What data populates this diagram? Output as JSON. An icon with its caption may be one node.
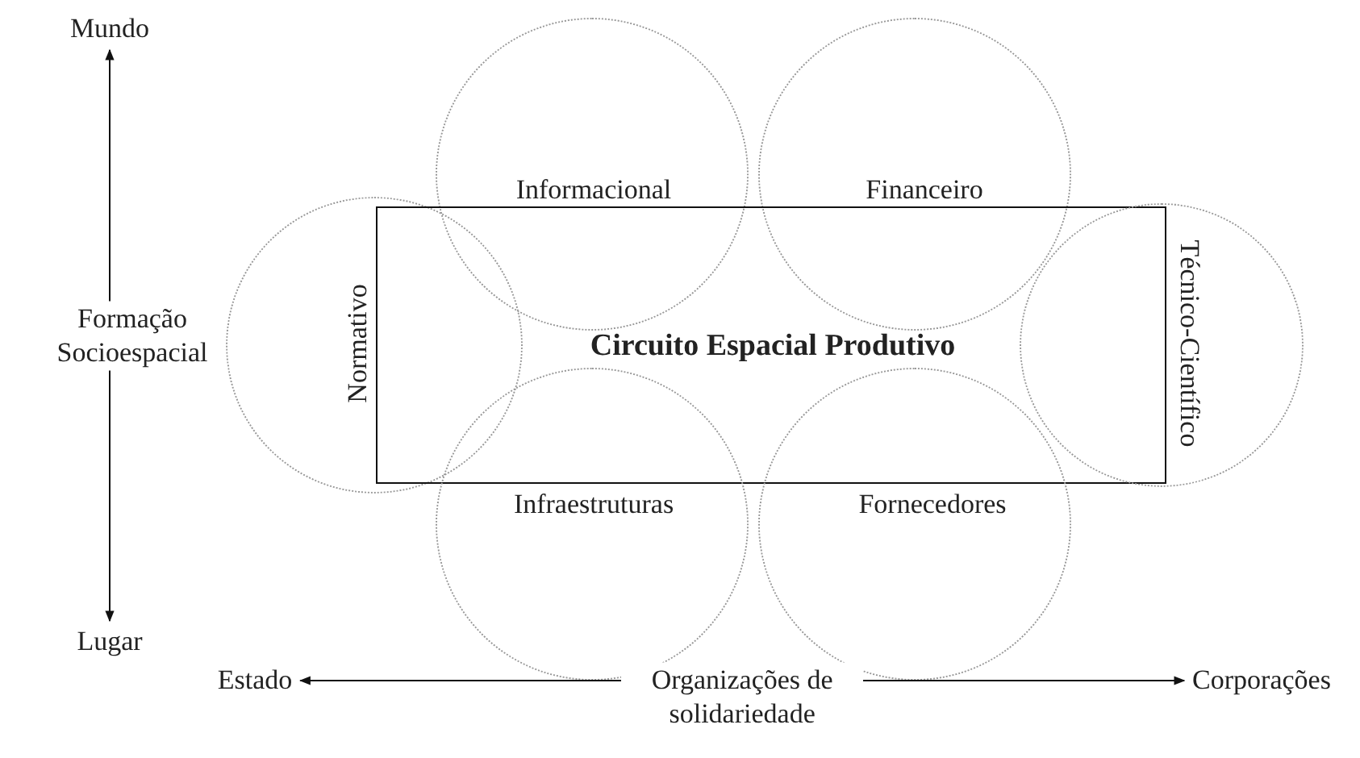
{
  "diagram": {
    "nodes": [
      {
        "text": [
          "Mundo"
        ]
      },
      {
        "text": [
          "Informacional"
        ]
      },
      {
        "text": [
          "Financeiro"
        ]
      },
      {
        "text": [
          "Normativo"
        ]
      },
      {
        "text": [
          "Circuito Espacial Produtivo"
        ]
      },
      {
        "text": [
          "Técnico-Científico"
        ]
      },
      {
        "text": [
          "Infraestruturas"
        ]
      },
      {
        "text": [
          "Fornecedores"
        ]
      },
      {
        "text": [
          "Lugar"
        ]
      },
      {
        "text": [
          "Estado"
        ]
      },
      {
        "text": [
          "Corporações"
        ]
      }
    ],
    "edges": [
      {
        "from": 0,
        "to": 8,
        "arrow": "both",
        "label": "Formação Socioespacial"
      },
      {
        "from": 9,
        "to": 10,
        "arrow": "both",
        "label": "Organizações de solidariedade"
      }
    ]
  }
}
